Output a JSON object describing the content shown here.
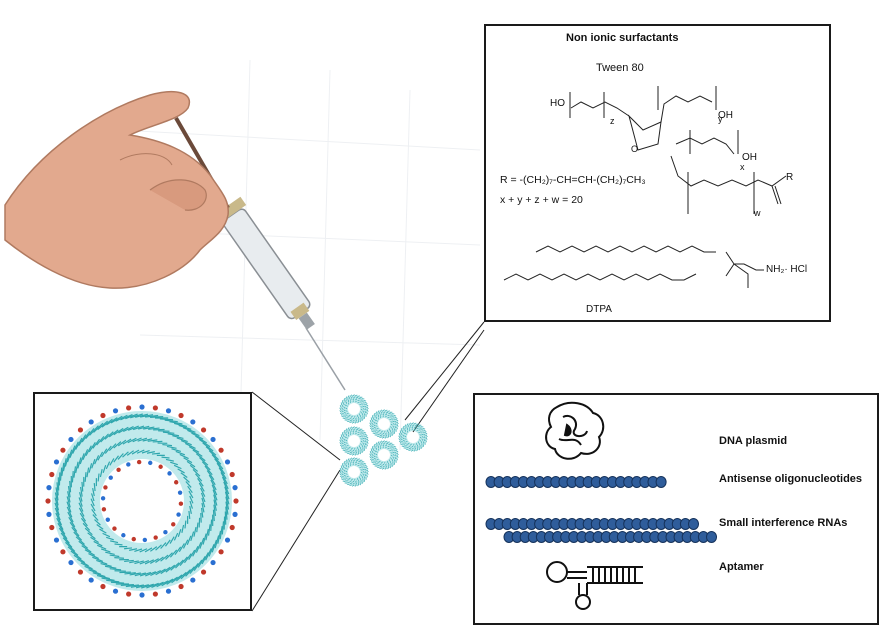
{
  "chemistry": {
    "title": "Non ionic surfactants",
    "tween_label": "Tween 80",
    "formula_r": "R = -(CH₂)₇-CH=CH-(CH₂)₇CH₃",
    "formula_sum": "x + y + z + w = 20",
    "group_ho": "HO",
    "group_oh_top": "OH",
    "group_oh_mid": "OH",
    "group_r": "R",
    "o_atom": "O",
    "sub_z": "z",
    "sub_y": "y",
    "sub_x": "x",
    "sub_w": "w",
    "amine_label": "NH₂· HCl",
    "dtpa_label": "DTPA"
  },
  "cargo": {
    "items": [
      {
        "label": "DNA plasmid"
      },
      {
        "label": "Antisense oligonucleotides"
      },
      {
        "label": "Small interference RNAs"
      },
      {
        "label": "Aptamer"
      }
    ]
  },
  "colors": {
    "bead": "#2f5d9b",
    "bead_edge": "#16335c",
    "micelle_teal": "#4cc3c8",
    "micelle_red": "#c0392b",
    "micelle_blue": "#2a6fd1",
    "line": "#222222"
  }
}
